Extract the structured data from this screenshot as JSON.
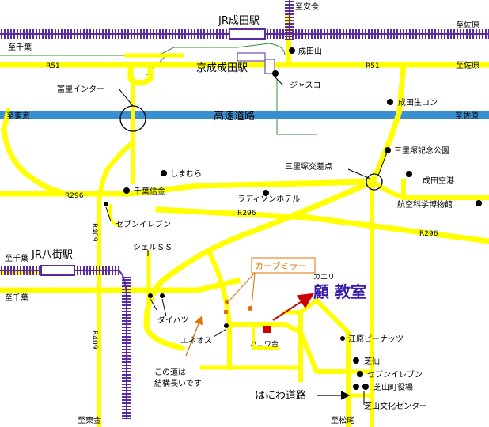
{
  "labels": {
    "jr_narita": "JR成田駅",
    "to_yasushiki": "至安食",
    "to_sawara_1": "至佐原",
    "to_chiba_1": "至千葉",
    "narita_san": "成田山",
    "r51_left": "R51",
    "r51_right": "R51",
    "keisei_narita": "京成成田駅",
    "to_sawara_2": "至佐原",
    "jusco": "ジャスコ",
    "tomisato_ic": "富里インター",
    "narita_seicon": "成田生コン",
    "to_tokyo_1": "至東京",
    "expressway": "高速道路",
    "to_sawara_3": "至佐原",
    "sanrizuka_park": "三里塚記念公園",
    "shimamura": "しまむら",
    "sanrizuka_crossing": "三里塚交差点",
    "narita_airport": "成田空港",
    "chiba_shinkin": "千葉信金",
    "r296_left": "R296",
    "radisson": "ラディソンホテル",
    "museum": "航空科学博物館",
    "r296_mid": "R296",
    "seven_1": "セブンイレブン",
    "r296_right": "R296",
    "r409_top": "R409",
    "jr_yachimata": "JR八街駅",
    "shell": "シェルＳＳ",
    "to_chiba_2": "至千葉",
    "curve_mirror": "カーブミラー",
    "kaeri": "カエリ",
    "school_name": "顧 教室",
    "to_chiba_3": "至千葉",
    "daihatsu": "ダイハツ",
    "eneos": "エネオス",
    "haniwadai": "ハニワ台",
    "ebara_peanuts": "江原ピーナッツ",
    "r409_bottom": "R409",
    "note_line1": "この道は",
    "note_line2": "結構長いです",
    "shibasen": "芝仙",
    "seven_2": "セブンイレブン",
    "shibayama_office": "芝山町役場",
    "haniwa_road": "はにわ道路",
    "shibayama_culture": "芝山文化センター",
    "to_tokyo_2": "至東金",
    "to_matsuo": "至松尾"
  },
  "colors": {
    "road": "#ffff00",
    "expressway": "#3a8fd0",
    "railway": "#5a2aa0",
    "minor_line": "#2f8f2f",
    "destination_arrow": "#cc0000",
    "destination_marker": "#cc0000",
    "school_text": "#3a1ca8",
    "mirror_box": "#e07000",
    "station_box": "#5a2aa0"
  },
  "icons": {
    "landmark": "black-dot-icon",
    "mirror": "orange-dot-icon",
    "destination": "red-square-icon",
    "interchange": "circle-icon"
  }
}
